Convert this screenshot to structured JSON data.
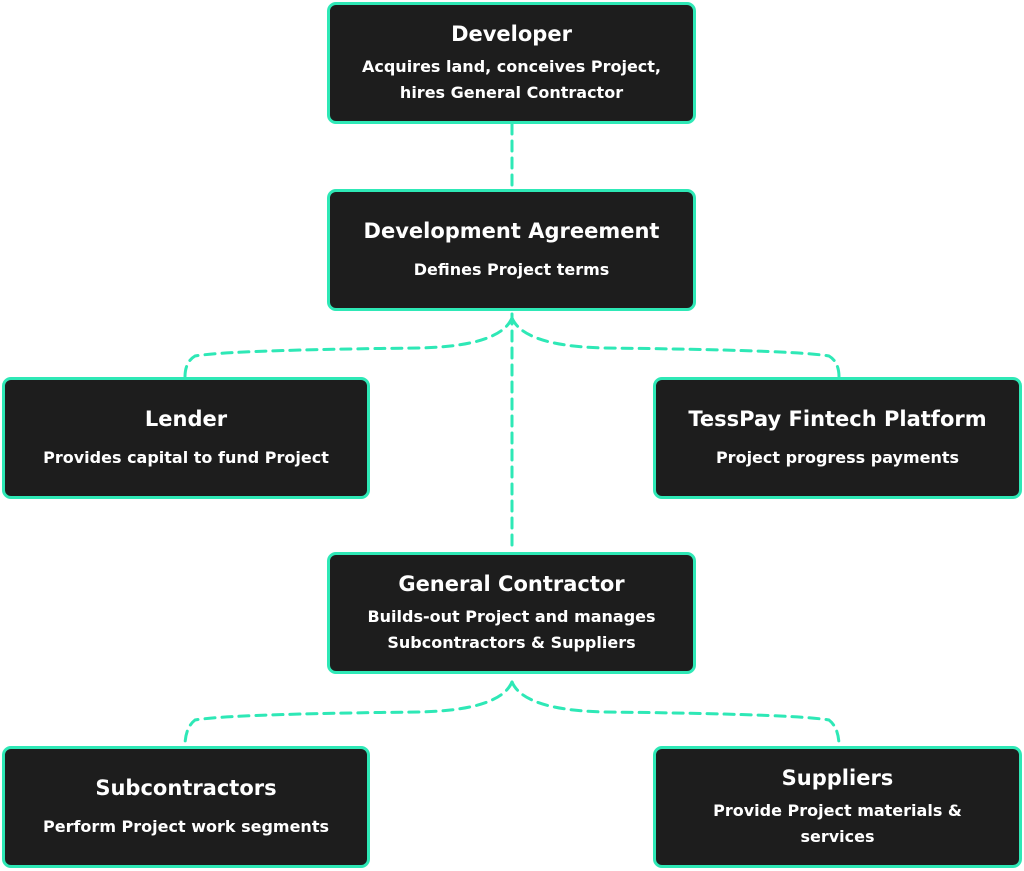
{
  "nodes": {
    "developer": {
      "title": "Developer",
      "desc": "Acquires land, conceives Project,\nhires General Contractor"
    },
    "agreement": {
      "title": "Development Agreement",
      "desc": "Defines Project terms"
    },
    "lender": {
      "title": "Lender",
      "desc": "Provides capital to fund Project"
    },
    "tesspay": {
      "title": "TessPay Fintech Platform",
      "desc": "Project progress payments"
    },
    "general_contractor": {
      "title": "General Contractor",
      "desc": "Builds-out Project and manages\nSubcontractors & Suppliers"
    },
    "subcontractors": {
      "title": "Subcontractors",
      "desc": "Perform Project work segments"
    },
    "suppliers": {
      "title": "Suppliers",
      "desc": "Provide Project materials &\nservices"
    }
  },
  "colors": {
    "node_fill": "#1d1d1d",
    "accent": "#2ee8b6",
    "text": "#ffffff"
  }
}
